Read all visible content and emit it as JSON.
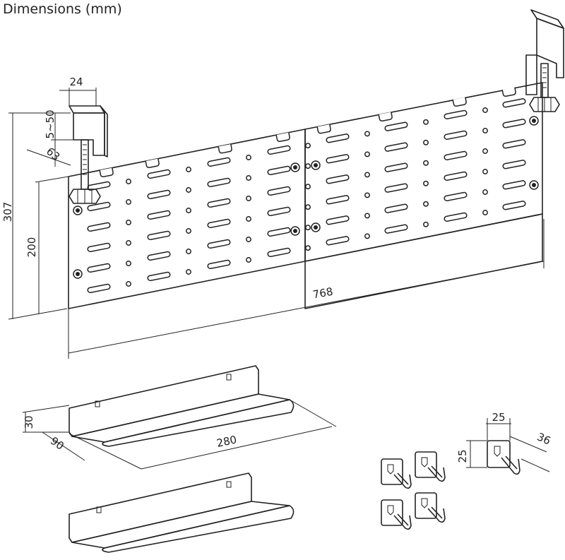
{
  "title": "Dimensions (mm)",
  "dimensions": {
    "clamp_width": "24",
    "clamp_range": "5~50",
    "clamp_depth": "63",
    "total_height": "307",
    "panel_height": "200",
    "panel_length": "768",
    "shelf_height": "30",
    "shelf_depth": "90",
    "shelf_length": "280",
    "hook_width": "25",
    "hook_height": "25",
    "hook_depth": "36"
  },
  "parts": {
    "pegboard_panels": 2,
    "desk_clamps": 2,
    "shelves": 2,
    "hooks": 4
  }
}
